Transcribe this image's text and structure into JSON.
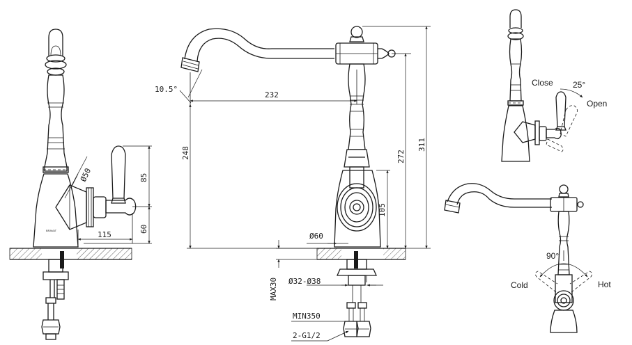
{
  "dimensions": {
    "height_85": "85",
    "height_60": "60",
    "base_diameter": "Ø50",
    "handle_reach": "115",
    "spout_angle": "10.5°",
    "spout_reach": "232",
    "spout_height": "248",
    "lever_height": "272",
    "total_height": "311",
    "body_height": "105",
    "flange_diameter": "Ø60",
    "max_thickness": "MAX30",
    "hole_diameter": "Ø32-Ø38",
    "hose_length": "MIN350",
    "connection": "2-G1/2"
  },
  "annotations": {
    "close": "Close",
    "open": "Open",
    "handle_angle": "25°",
    "swivel_angle": "90°",
    "cold": "Cold",
    "hot": "Hot"
  },
  "branding": {
    "logo_text": "BRAVAT"
  }
}
